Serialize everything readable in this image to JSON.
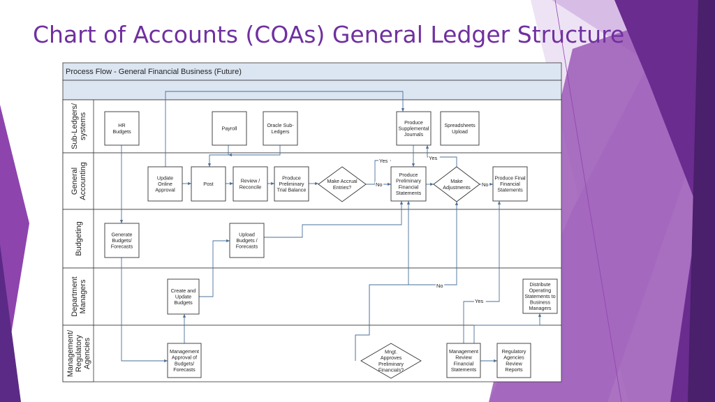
{
  "slide": {
    "title": "Chart of Accounts (COAs) General Ledger Structure"
  },
  "diagram": {
    "header": "Process Flow - General Financial Business (Future)",
    "lanes": [
      {
        "id": "sub",
        "label": [
          "Sub-Ledgers/",
          "systems"
        ]
      },
      {
        "id": "ga",
        "label": [
          "General",
          "Accounting"
        ]
      },
      {
        "id": "bud",
        "label": [
          "Budgeting"
        ]
      },
      {
        "id": "dept",
        "label": [
          "Department",
          "Managers"
        ]
      },
      {
        "id": "mgmt",
        "label": [
          "Management/",
          "Regulatory",
          "Agencies"
        ]
      }
    ],
    "nodes": [
      {
        "id": "hr",
        "shape": "box",
        "lines": [
          "HR",
          "Budgets"
        ]
      },
      {
        "id": "payroll",
        "shape": "box",
        "lines": [
          "Payroll"
        ]
      },
      {
        "id": "oracle",
        "shape": "box",
        "lines": [
          "Oracle Sub-",
          "Ledgers"
        ]
      },
      {
        "id": "supp",
        "shape": "box",
        "lines": [
          "Produce",
          "Supplemental",
          "Journals"
        ]
      },
      {
        "id": "spread",
        "shape": "box",
        "lines": [
          "Spreadsheets",
          "Upload"
        ]
      },
      {
        "id": "update",
        "shape": "box",
        "lines": [
          "Update",
          "Online",
          "Approval"
        ]
      },
      {
        "id": "post",
        "shape": "box",
        "lines": [
          "Post"
        ]
      },
      {
        "id": "review",
        "shape": "box",
        "lines": [
          "Review /",
          "Reconcile"
        ]
      },
      {
        "id": "ptb",
        "shape": "box",
        "lines": [
          "Produce",
          "Preliminary",
          "Trial Balance"
        ]
      },
      {
        "id": "accrual",
        "shape": "diamond",
        "lines": [
          "Make Accrual",
          "Entries?"
        ]
      },
      {
        "id": "ppfs",
        "shape": "box",
        "lines": [
          "Produce",
          "Preliminary",
          "Financial",
          "Statements"
        ]
      },
      {
        "id": "adjust",
        "shape": "diamond",
        "lines": [
          "Make",
          "Adjustments"
        ]
      },
      {
        "id": "final",
        "shape": "box",
        "lines": [
          "Produce Final",
          "Financial",
          "Statements"
        ]
      },
      {
        "id": "genbud",
        "shape": "box",
        "lines": [
          "Generate",
          "Budgets/",
          "Forecasts"
        ]
      },
      {
        "id": "upbud",
        "shape": "box",
        "lines": [
          "Upload",
          "Budgets /",
          "Forecasts"
        ]
      },
      {
        "id": "create",
        "shape": "box",
        "lines": [
          "Create and",
          "Update",
          "Budgets"
        ]
      },
      {
        "id": "distrib",
        "shape": "box",
        "lines": [
          "Distribute",
          "Operating",
          "Statements to",
          "Business",
          "Managers"
        ]
      },
      {
        "id": "mgmtappr",
        "shape": "box",
        "lines": [
          "Management",
          "Approval of",
          "Budgets/",
          "Forecasts"
        ]
      },
      {
        "id": "mgmtq",
        "shape": "diamond",
        "lines": [
          "Mngt.",
          "Approves",
          "Preliminary",
          "Financials?"
        ]
      },
      {
        "id": "mgmtrev",
        "shape": "box",
        "lines": [
          "Management",
          "Review",
          "Financial",
          "Statements"
        ]
      },
      {
        "id": "regrev",
        "shape": "box",
        "lines": [
          "Regulatory",
          "Agencies",
          "Review",
          "Reports"
        ]
      }
    ],
    "edge_labels": [
      {
        "id": "yes1",
        "text": "Yes"
      },
      {
        "id": "no1",
        "text": "No"
      },
      {
        "id": "yes2",
        "text": "Yes"
      },
      {
        "id": "no2",
        "text": "No"
      },
      {
        "id": "no3",
        "text": "No"
      },
      {
        "id": "yes3",
        "text": "Yes"
      }
    ]
  },
  "colors": {
    "title": "#7030a0",
    "lane_border": "#333333",
    "header_fill": "#dce6f2",
    "arrow": "#4a6f9a",
    "purple_dark": "#5b2a86",
    "purple_mid": "#8e44ad",
    "purple_light": "#c39bd3"
  }
}
